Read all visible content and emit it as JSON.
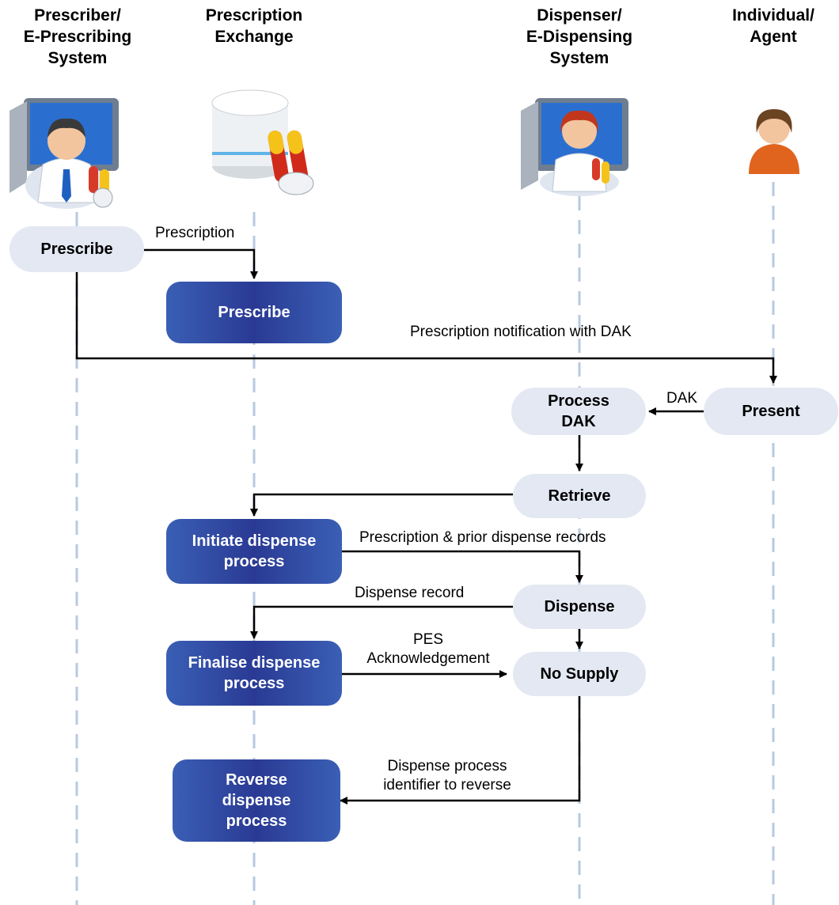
{
  "lanes": {
    "prescriber": "Prescriber/\nE-Prescribing\nSystem",
    "exchange": "Prescription\nExchange",
    "dispenser": "Dispenser/\nE-Dispensing\nSystem",
    "individual": "Individual/\nAgent"
  },
  "icons": {
    "prescriber": "doctor-computer-icon",
    "exchange": "database-pills-icon",
    "dispenser": "pharmacist-computer-icon",
    "individual": "person-icon"
  },
  "nodes": {
    "prescribe_prescriber": "Prescribe",
    "prescribe_exchange": "Prescribe",
    "process_dak": "Process\nDAK",
    "present": "Present",
    "retrieve": "Retrieve",
    "initiate": "Initiate dispense\nprocess",
    "dispense": "Dispense",
    "finalise": "Finalise dispense\nprocess",
    "no_supply": "No Supply",
    "reverse": "Reverse\ndispense\nprocess"
  },
  "labels": {
    "prescription": "Prescription",
    "notification": "Prescription notification with DAK",
    "dak": "DAK",
    "prior_records": "Prescription & prior dispense records",
    "dispense_record": "Dispense record",
    "pes_ack": "PES\nAcknowledgement",
    "reverse_id": "Dispense process\nidentifier to reverse"
  },
  "colors": {
    "light_node": "#e3e8f2",
    "dark_node": "#2a3a94",
    "lifeline": "#b7c9e2"
  }
}
